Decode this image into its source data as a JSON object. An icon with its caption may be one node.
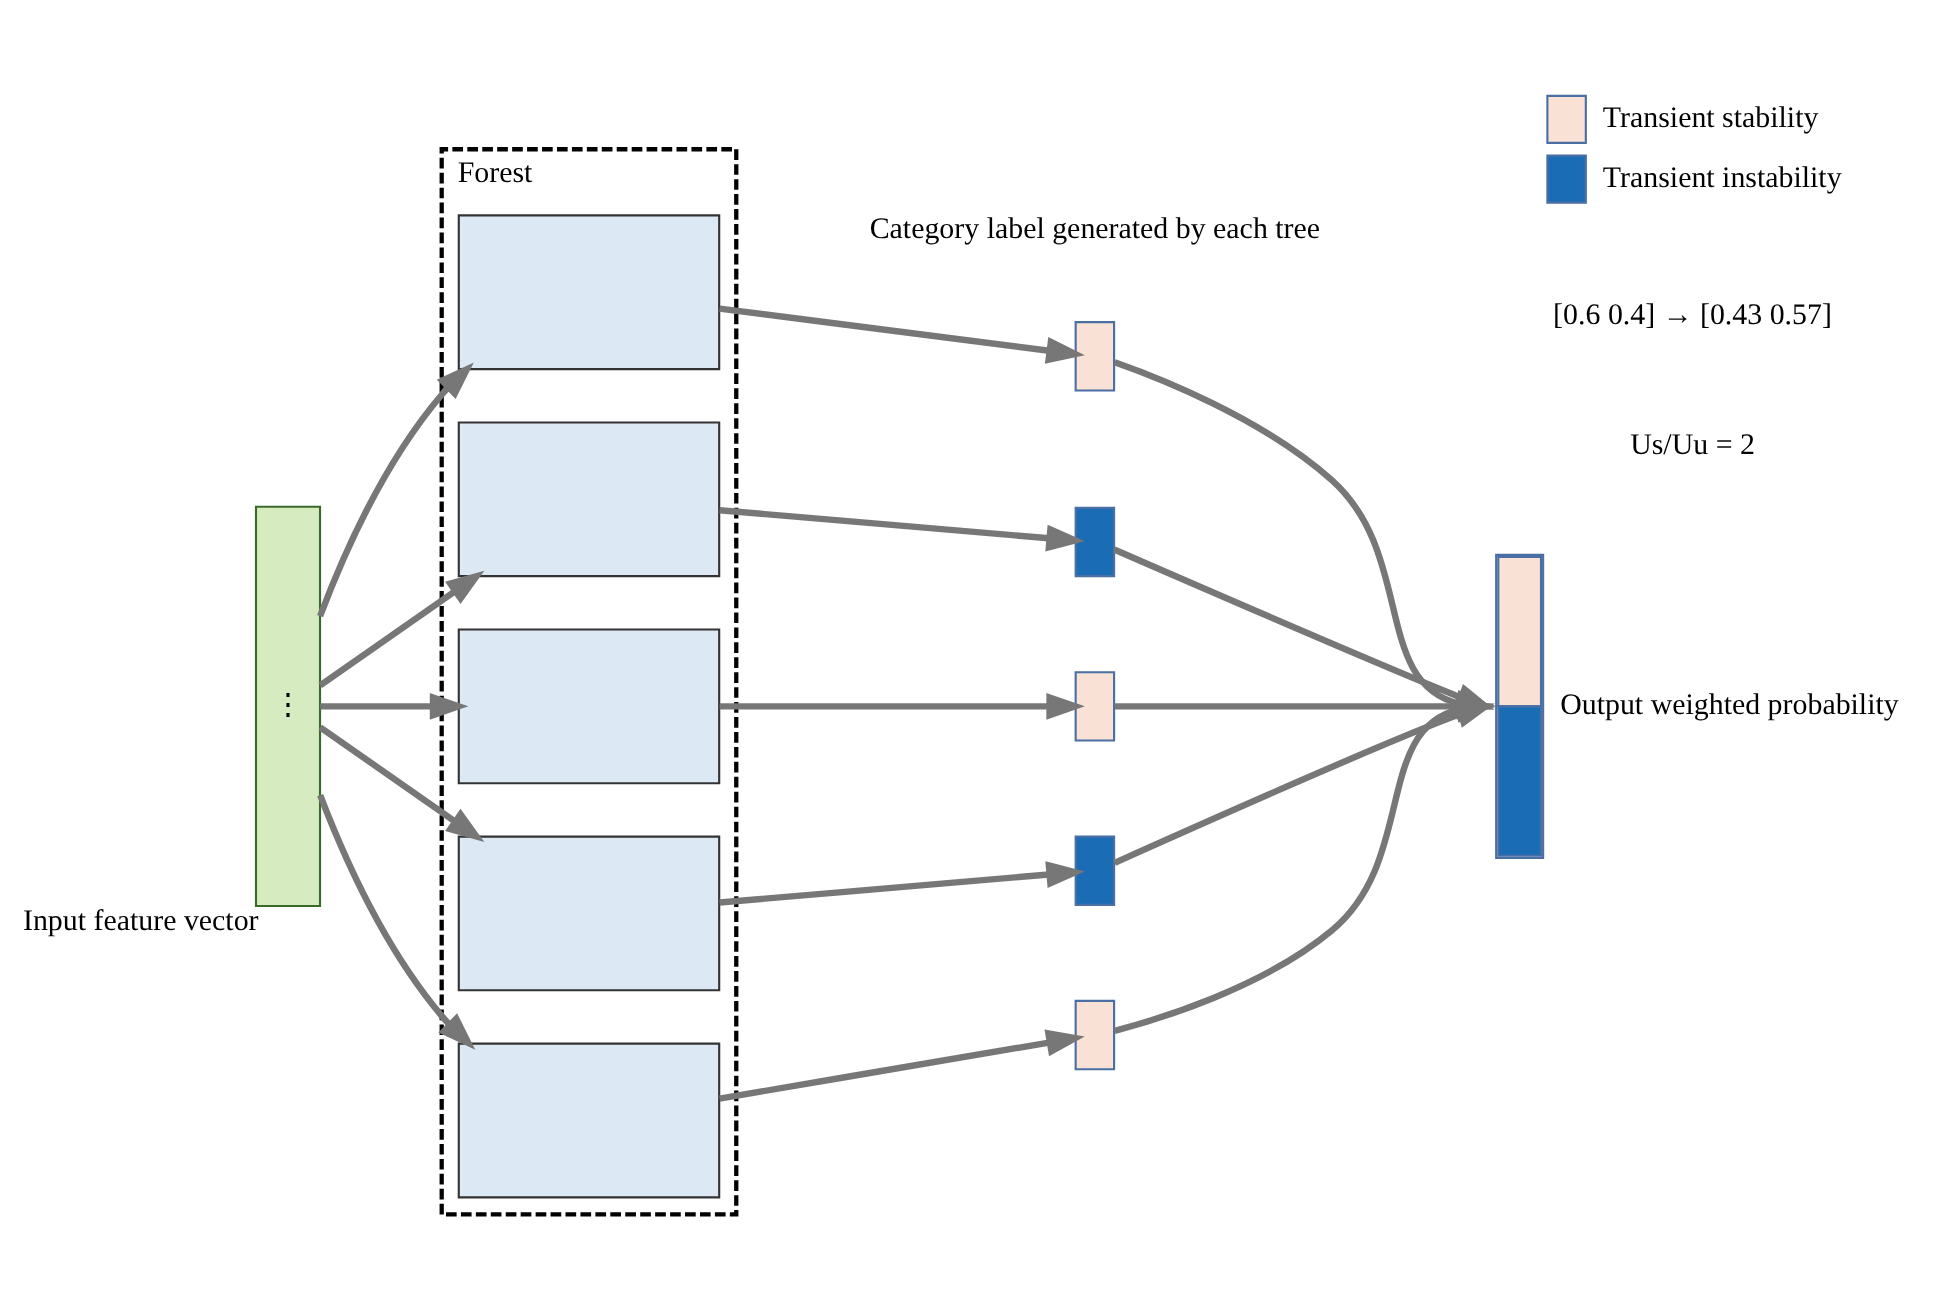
{
  "diagram": {
    "nodes": [
      {
        "text": [
          "⋮"
        ],
        "beside": [
          "Input feature vector"
        ]
      },
      {
        "text": [
          "Forest"
        ]
      },
      {
        "text": [],
        "shape": "box",
        "in": 1
      },
      {
        "text": [],
        "shape": "box",
        "in": 1
      },
      {
        "text": [],
        "shape": "box",
        "in": 1
      },
      {
        "text": [],
        "shape": "box",
        "in": 1
      },
      {
        "text": [],
        "shape": "box",
        "in": 1
      },
      {
        "text": [],
        "shape": "box"
      },
      {
        "text": [],
        "shape": "box"
      },
      {
        "text": [],
        "shape": "box"
      },
      {
        "text": [],
        "shape": "box"
      },
      {
        "text": [],
        "shape": "box"
      },
      {
        "text": [],
        "shape": "bar",
        "beside": [
          "Output weighted probability"
        ]
      }
    ],
    "edges": [
      {
        "from": 0,
        "to": 2,
        "arrow": "to"
      },
      {
        "from": 0,
        "to": 3,
        "arrow": "to"
      },
      {
        "from": 0,
        "to": 4,
        "arrow": "to"
      },
      {
        "from": 0,
        "to": 5,
        "arrow": "to"
      },
      {
        "from": 0,
        "to": 6,
        "arrow": "to"
      },
      {
        "from": 2,
        "to": 7,
        "arrow": "to"
      },
      {
        "from": 3,
        "to": 8,
        "arrow": "to"
      },
      {
        "from": 4,
        "to": 9,
        "arrow": "to"
      },
      {
        "from": 5,
        "to": 10,
        "arrow": "to"
      },
      {
        "from": 6,
        "to": 11,
        "arrow": "to"
      },
      {
        "from": 7,
        "to": 12,
        "arrow": "to"
      },
      {
        "from": 8,
        "to": 12,
        "arrow": "to"
      },
      {
        "from": 9,
        "to": 12,
        "arrow": "to"
      },
      {
        "from": 10,
        "to": 12,
        "arrow": "to"
      },
      {
        "from": 11,
        "to": 12,
        "arrow": "to"
      }
    ],
    "labels": [
      "Us/Uu = 2",
      "[0.6 0.4] → [0.43 0.57]",
      "Category label generated by each tree"
    ],
    "legend": [
      {
        "text": "Transient stability",
        "color": "#fae1d5"
      },
      {
        "text": "Transient instability",
        "color": "#1a6db5"
      }
    ]
  }
}
